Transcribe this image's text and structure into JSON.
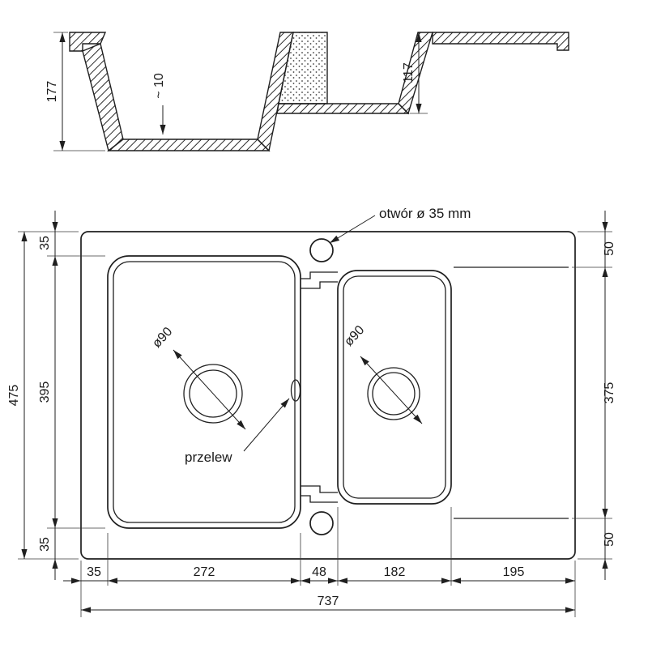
{
  "meta": {
    "background_color": "#ffffff",
    "line_color": "#1f1f1f",
    "drawing_subject": "kitchen-sink-technical-drawing"
  },
  "section_view": {
    "dims": {
      "height_left": "177",
      "bottom_thickness": "~ 10",
      "height_right": "117"
    }
  },
  "plan_view": {
    "annotations": {
      "tap_hole": "otwór ø 35 mm",
      "overflow": "przelew",
      "drain_left_diameter": "ø90",
      "drain_right_diameter": "ø90"
    },
    "dims": {
      "left_total": "475",
      "left_chain": [
        "35",
        "395",
        "35"
      ],
      "right_chain": [
        "50",
        "375",
        "50"
      ],
      "bottom_chain": [
        "35",
        "272",
        "48",
        "182",
        "195"
      ],
      "bottom_total": "737"
    }
  }
}
